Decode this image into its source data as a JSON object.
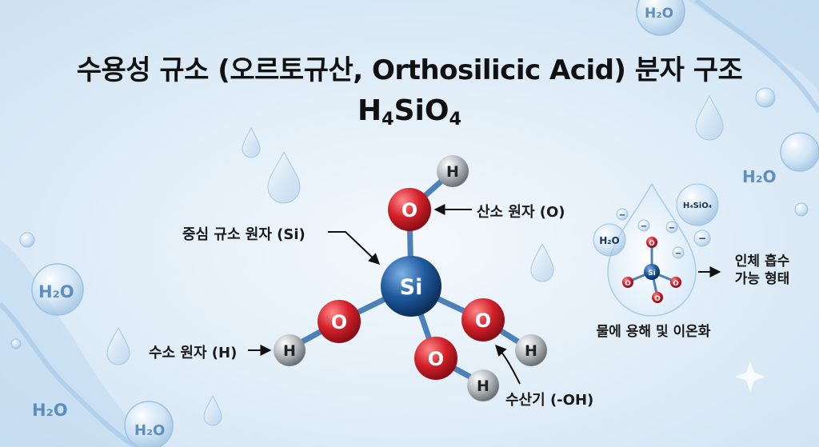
{
  "title": {
    "line1": "수용성 규소 (오르토규산, Orthosilicic Acid) 분자 구조",
    "formula_main": "H",
    "formula_sub1": "4",
    "formula_mid": "SiO",
    "formula_sub2": "4"
  },
  "atoms": {
    "silicon": "Si",
    "oxygen": "O",
    "hydrogen": "H"
  },
  "labels": {
    "center_si": "중심 규소 원자 (Si)",
    "oxygen_atom": "산소 원자 (O)",
    "hydrogen_atom": "수소 원자 (H)",
    "hydroxyl": "수산기 (-OH)"
  },
  "inset": {
    "h2o_label": "H₂O",
    "h4sio4_label": "H₄SiO₄",
    "ion_symbol": "−",
    "absorb_line1": "인체 흡수",
    "absorb_line2": "가능 형태",
    "dissolve_caption": "물에 용해 및 이온화"
  },
  "background": {
    "water_label": "H₂O"
  },
  "colors": {
    "oxygen": "#d3202a",
    "silicon": "#1f5a9e",
    "hydrogen": "#a8adb3",
    "bond": "#4d7fb8",
    "background": "#dcebf7"
  }
}
